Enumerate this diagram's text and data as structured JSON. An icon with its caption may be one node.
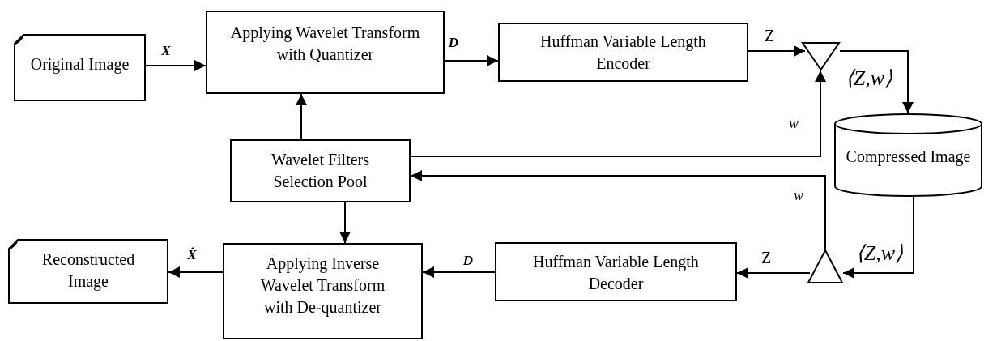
{
  "diagram": {
    "nodes": [
      {
        "text": [
          "Original Image"
        ]
      },
      {
        "text": [
          "Applying Wavelet Transform with Quantizer"
        ]
      },
      {
        "text": [
          "Huffman Variable Length Encoder"
        ]
      },
      {
        "text": [],
        "shape": "triangle"
      },
      {
        "text": [
          "Compressed Image"
        ]
      },
      {
        "text": [
          "Wavelet Filters Selection Pool"
        ]
      },
      {
        "text": [
          "Reconstructed Image"
        ]
      },
      {
        "text": [
          "Applying Inverse Wavelet Transform with De-quantizer"
        ]
      },
      {
        "text": [
          "Huffman Variable Length Decoder"
        ]
      },
      {
        "text": [],
        "shape": "triangle"
      }
    ],
    "edges": [
      {
        "from": 0,
        "to": 1,
        "arrow": "to",
        "label": "X"
      },
      {
        "from": 1,
        "to": 2,
        "arrow": "to",
        "label": "D"
      },
      {
        "from": 2,
        "to": 3,
        "arrow": "to",
        "label": "Z"
      },
      {
        "from": 3,
        "to": 4,
        "arrow": "to",
        "label": "⟨Z,w⟩"
      },
      {
        "from": 5,
        "to": 3,
        "arrow": "to",
        "label": "w"
      },
      {
        "from": 4,
        "to": 9,
        "arrow": "to",
        "label": "⟨Z,w⟩"
      },
      {
        "from": 9,
        "to": 5,
        "arrow": "to",
        "label": "w"
      },
      {
        "from": 9,
        "to": 8,
        "arrow": "to",
        "label": "Z"
      },
      {
        "from": 8,
        "to": 7,
        "arrow": "to",
        "label": "D"
      },
      {
        "from": 7,
        "to": 6,
        "arrow": "to",
        "label": "X̂"
      },
      {
        "from": 5,
        "to": 7,
        "arrow": "to"
      },
      {
        "from": 5,
        "to": 1,
        "arrow": "to"
      }
    ]
  }
}
